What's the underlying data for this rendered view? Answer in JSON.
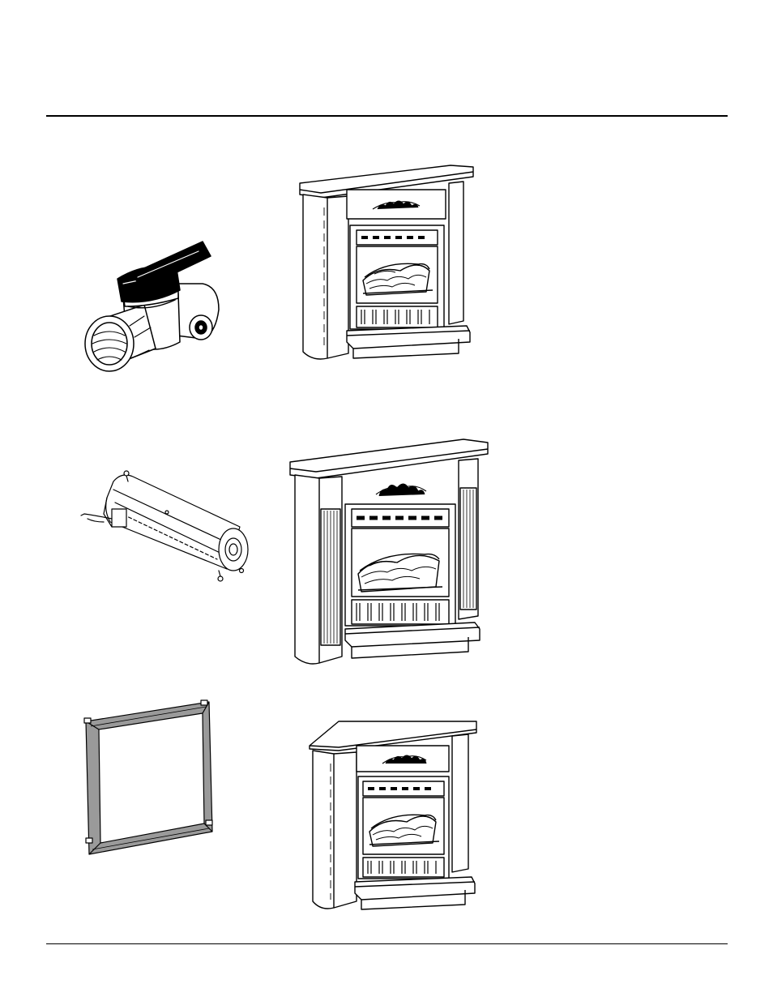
{
  "page": {
    "illustrations": [
      {
        "id": "gas-valve",
        "icon": "gas-shutoff-valve-icon"
      },
      {
        "id": "fireplace-mantel-standard",
        "icon": "fireplace-mantel-icon"
      },
      {
        "id": "blower-accessory",
        "icon": "blower-fan-icon"
      },
      {
        "id": "fireplace-mantel-fluted",
        "icon": "fireplace-mantel-fluted-icon"
      },
      {
        "id": "trim-frame",
        "icon": "wall-trim-frame-icon"
      },
      {
        "id": "fireplace-mantel-corner",
        "icon": "corner-fireplace-mantel-icon"
      }
    ],
    "colors": {
      "ink": "#000000",
      "paper": "#ffffff",
      "frame_wood": "#9a9a9a"
    }
  }
}
